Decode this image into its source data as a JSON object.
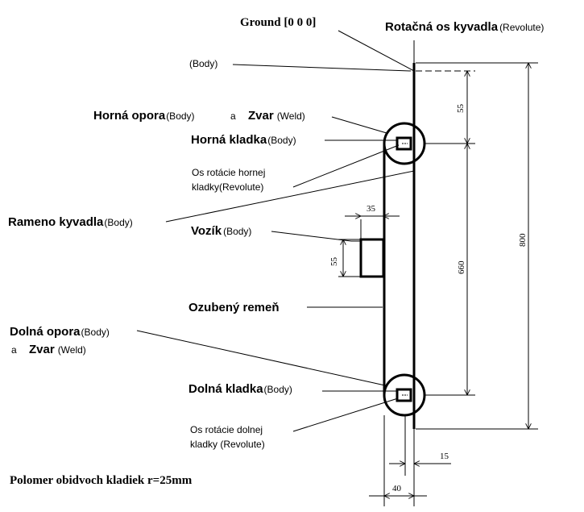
{
  "labels": {
    "ground": "Ground [0 0 0]",
    "revolute_axis_b": "Rotačná os kyvadla",
    "revolute_axis_n": "(Revolute)",
    "body_top": "(Body)",
    "upper_support_b": "Horná opora",
    "upper_support_n": "(Body)",
    "a1": "a",
    "weld1_b": "Zvar",
    "weld1_n": "(Weld)",
    "upper_pulley_b": "Horná kladka",
    "upper_pulley_n": "(Body)",
    "upper_axis_1": "Os rotácie hornej",
    "upper_axis_2": "kladky(Revolute)",
    "arm_b": "Rameno kyvadla",
    "arm_n": "(Body)",
    "cart_b": "Vozík",
    "cart_n": "(Body)",
    "belt_b": "Ozubený remeň",
    "lower_support_b": "Dolná opora",
    "lower_support_n": "(Body)",
    "a2": "a",
    "weld2_b": "Zvar",
    "weld2_n": "(Weld)",
    "lower_pulley_b": "Dolná kladka",
    "lower_pulley_n": "(Body)",
    "lower_axis_1": "Os rotácie dolnej",
    "lower_axis_2": "kladky (Revolute)",
    "radius_note": "Polomer obidvoch kladiek r=25mm"
  },
  "dimensions": {
    "d55_top": "55",
    "d660": "660",
    "d800": "800",
    "d35": "35",
    "d55_cart": "55",
    "d15": "15",
    "d40": "40"
  }
}
